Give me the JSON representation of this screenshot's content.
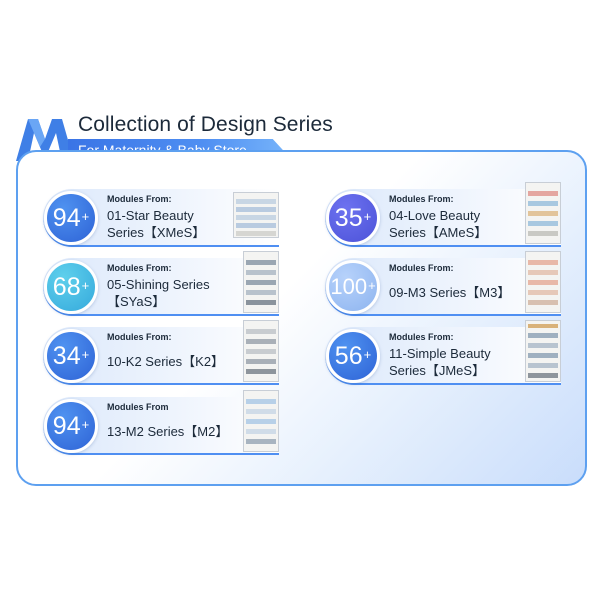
{
  "header": {
    "title": "Collection of Design Series",
    "subtitle": "For Maternity & Baby Store"
  },
  "colors": {
    "accent": "#3a74e6",
    "border": "#5da0f0",
    "text": "#1c2a3a"
  },
  "cards": [
    {
      "count": "94",
      "plus": "+",
      "modules_label": "Modules From:",
      "name": "01-Star Beauty Series【XMeS】"
    },
    {
      "count": "35",
      "plus": "+",
      "modules_label": "Modules From:",
      "name": "04-Love Beauty Series【AMeS】"
    },
    {
      "count": "68",
      "plus": "+",
      "modules_label": "Modules From:",
      "name": "05-Shining Series【SYaS】"
    },
    {
      "count": "100",
      "plus": "+",
      "modules_label": "Modules From:",
      "name": "09-M3 Series【M3】"
    },
    {
      "count": "34",
      "plus": "+",
      "modules_label": "Modules From:",
      "name": "10-K2 Series【K2】"
    },
    {
      "count": "56",
      "plus": "+",
      "modules_label": "Modules From:",
      "name": "11-Simple Beauty Series【JMeS】"
    },
    {
      "count": "94",
      "plus": "+",
      "modules_label": "Modules From",
      "name": "13-M2 Series【M2】"
    }
  ]
}
